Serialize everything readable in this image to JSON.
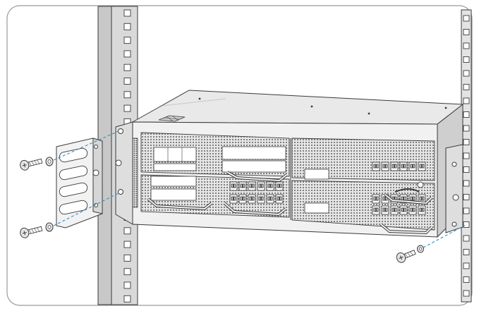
{
  "figure": {
    "kind": "installation-illustration",
    "palette": {
      "line": "#3a3a3a",
      "metal_light": "#f2f2f2",
      "metal_mid": "#d9d9d9",
      "metal_dark": "#b5b5b5",
      "guide_line": "#2a8fc7",
      "slot_fill": "#ffffff",
      "vent": "#6b6b6b",
      "frame": "#9a9a9a"
    },
    "parts": [
      {
        "id": "left-rack-rail",
        "icon": "rack-rail"
      },
      {
        "id": "right-rack-rail",
        "icon": "rack-rail"
      },
      {
        "id": "chassis",
        "icon": "network-chassis"
      },
      {
        "id": "mounting-bracket",
        "icon": "rack-ear-bracket"
      },
      {
        "id": "screw",
        "icon": "screw",
        "count": 3
      },
      {
        "id": "washer",
        "icon": "washer",
        "count": 3
      },
      {
        "id": "alignment-guide",
        "icon": "dashed-line",
        "count": 3
      }
    ],
    "chassis": {
      "line_cards": 4,
      "handles": 4
    }
  }
}
